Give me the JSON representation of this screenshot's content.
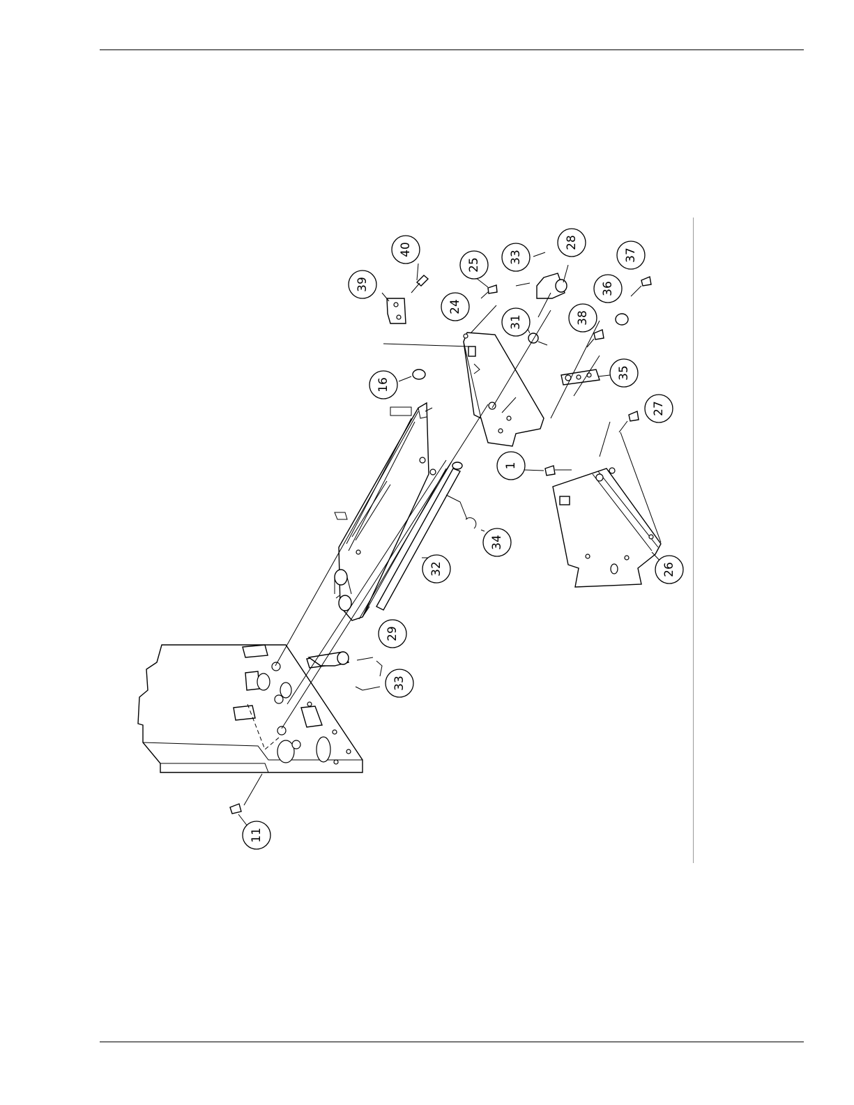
{
  "callouts": [
    {
      "label": "40"
    },
    {
      "label": "39"
    },
    {
      "label": "25"
    },
    {
      "label": "33"
    },
    {
      "label": "28"
    },
    {
      "label": "37"
    },
    {
      "label": "36"
    },
    {
      "label": "24"
    },
    {
      "label": "31"
    },
    {
      "label": "38"
    },
    {
      "label": "16"
    },
    {
      "label": "35"
    },
    {
      "label": "27"
    },
    {
      "label": "1"
    },
    {
      "label": "34"
    },
    {
      "label": "32"
    },
    {
      "label": "26"
    },
    {
      "label": "29"
    },
    {
      "label": "33"
    },
    {
      "label": "11"
    }
  ]
}
